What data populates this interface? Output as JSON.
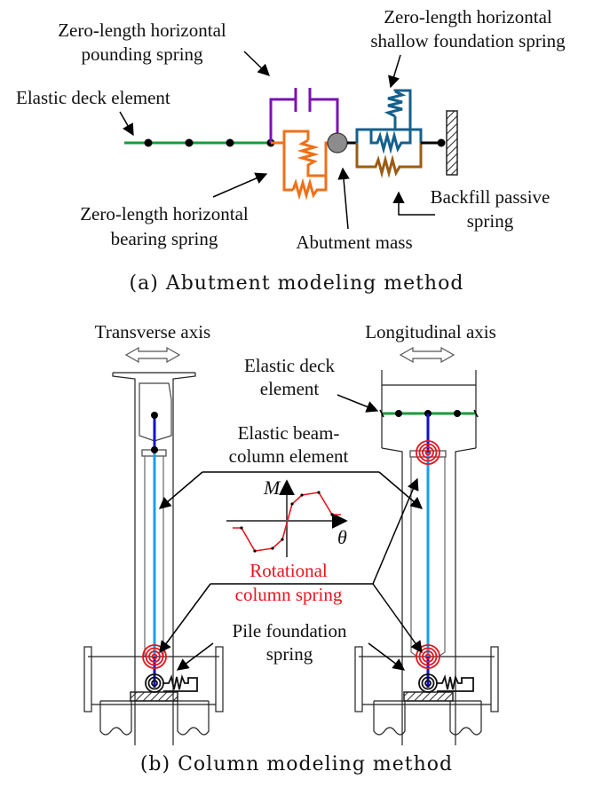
{
  "panel_a": {
    "labels": {
      "pounding_line1": "Zero-length horizontal",
      "pounding_line2": "pounding spring",
      "shallow_line1": "Zero-length horizontal",
      "shallow_line2": "shallow foundation spring",
      "deck": "Elastic deck element",
      "bearing_line1": "Zero-length horizontal",
      "bearing_line2": "bearing spring",
      "mass": "Abutment mass",
      "backfill_line1": "Backfill passive",
      "backfill_line2": "spring"
    },
    "caption": "(a) Abutment modeling method"
  },
  "panel_b": {
    "labels": {
      "transverse": "Transverse axis",
      "longitudinal": "Longitudinal axis",
      "deck_line1": "Elastic deck",
      "deck_line2": "element",
      "beam_line1": "Elastic beam-",
      "beam_line2": "column element",
      "rot_line1": "Rotational",
      "rot_line2": "column spring",
      "pile_line1": "Pile foundation",
      "pile_line2": "spring",
      "axis_m": "M",
      "axis_theta": "θ"
    },
    "caption": "(b) Column modeling method"
  },
  "colors": {
    "deck": "#1a9a3c",
    "pounding": "#7a12b4",
    "bearing": "#f07018",
    "mass": "#8c8c8c",
    "shallow": "#14608c",
    "backfill": "#9a5c14",
    "column_upper": "#1010d0",
    "column_lower": "#14a0f0",
    "rot_spring": "#e8141e"
  }
}
